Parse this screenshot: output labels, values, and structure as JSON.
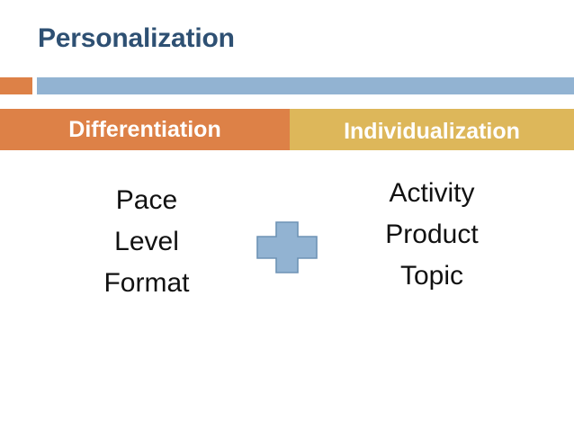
{
  "slide": {
    "title": "Personalization",
    "background_color": "#FFFFFF",
    "title_color": "#2E5073"
  },
  "divider": {
    "accent_color": "#DD8147",
    "bar_color": "#92B3D2"
  },
  "band": {
    "left": {
      "label": "Differentiation",
      "background_color": "#DD8147",
      "text_color": "#FFFFFF"
    },
    "right": {
      "label": "Individualization",
      "background_color": "#DDB75A",
      "text_color": "#FFFFFF"
    }
  },
  "columns": {
    "left": {
      "terms": [
        "Pace",
        "Level",
        "Format"
      ]
    },
    "right": {
      "terms": [
        "Activity",
        "Product",
        "Topic"
      ]
    }
  },
  "center_shape": {
    "name": "plus-cross",
    "fill_color": "#92B3D2",
    "stroke_color": "#6E93B5"
  }
}
